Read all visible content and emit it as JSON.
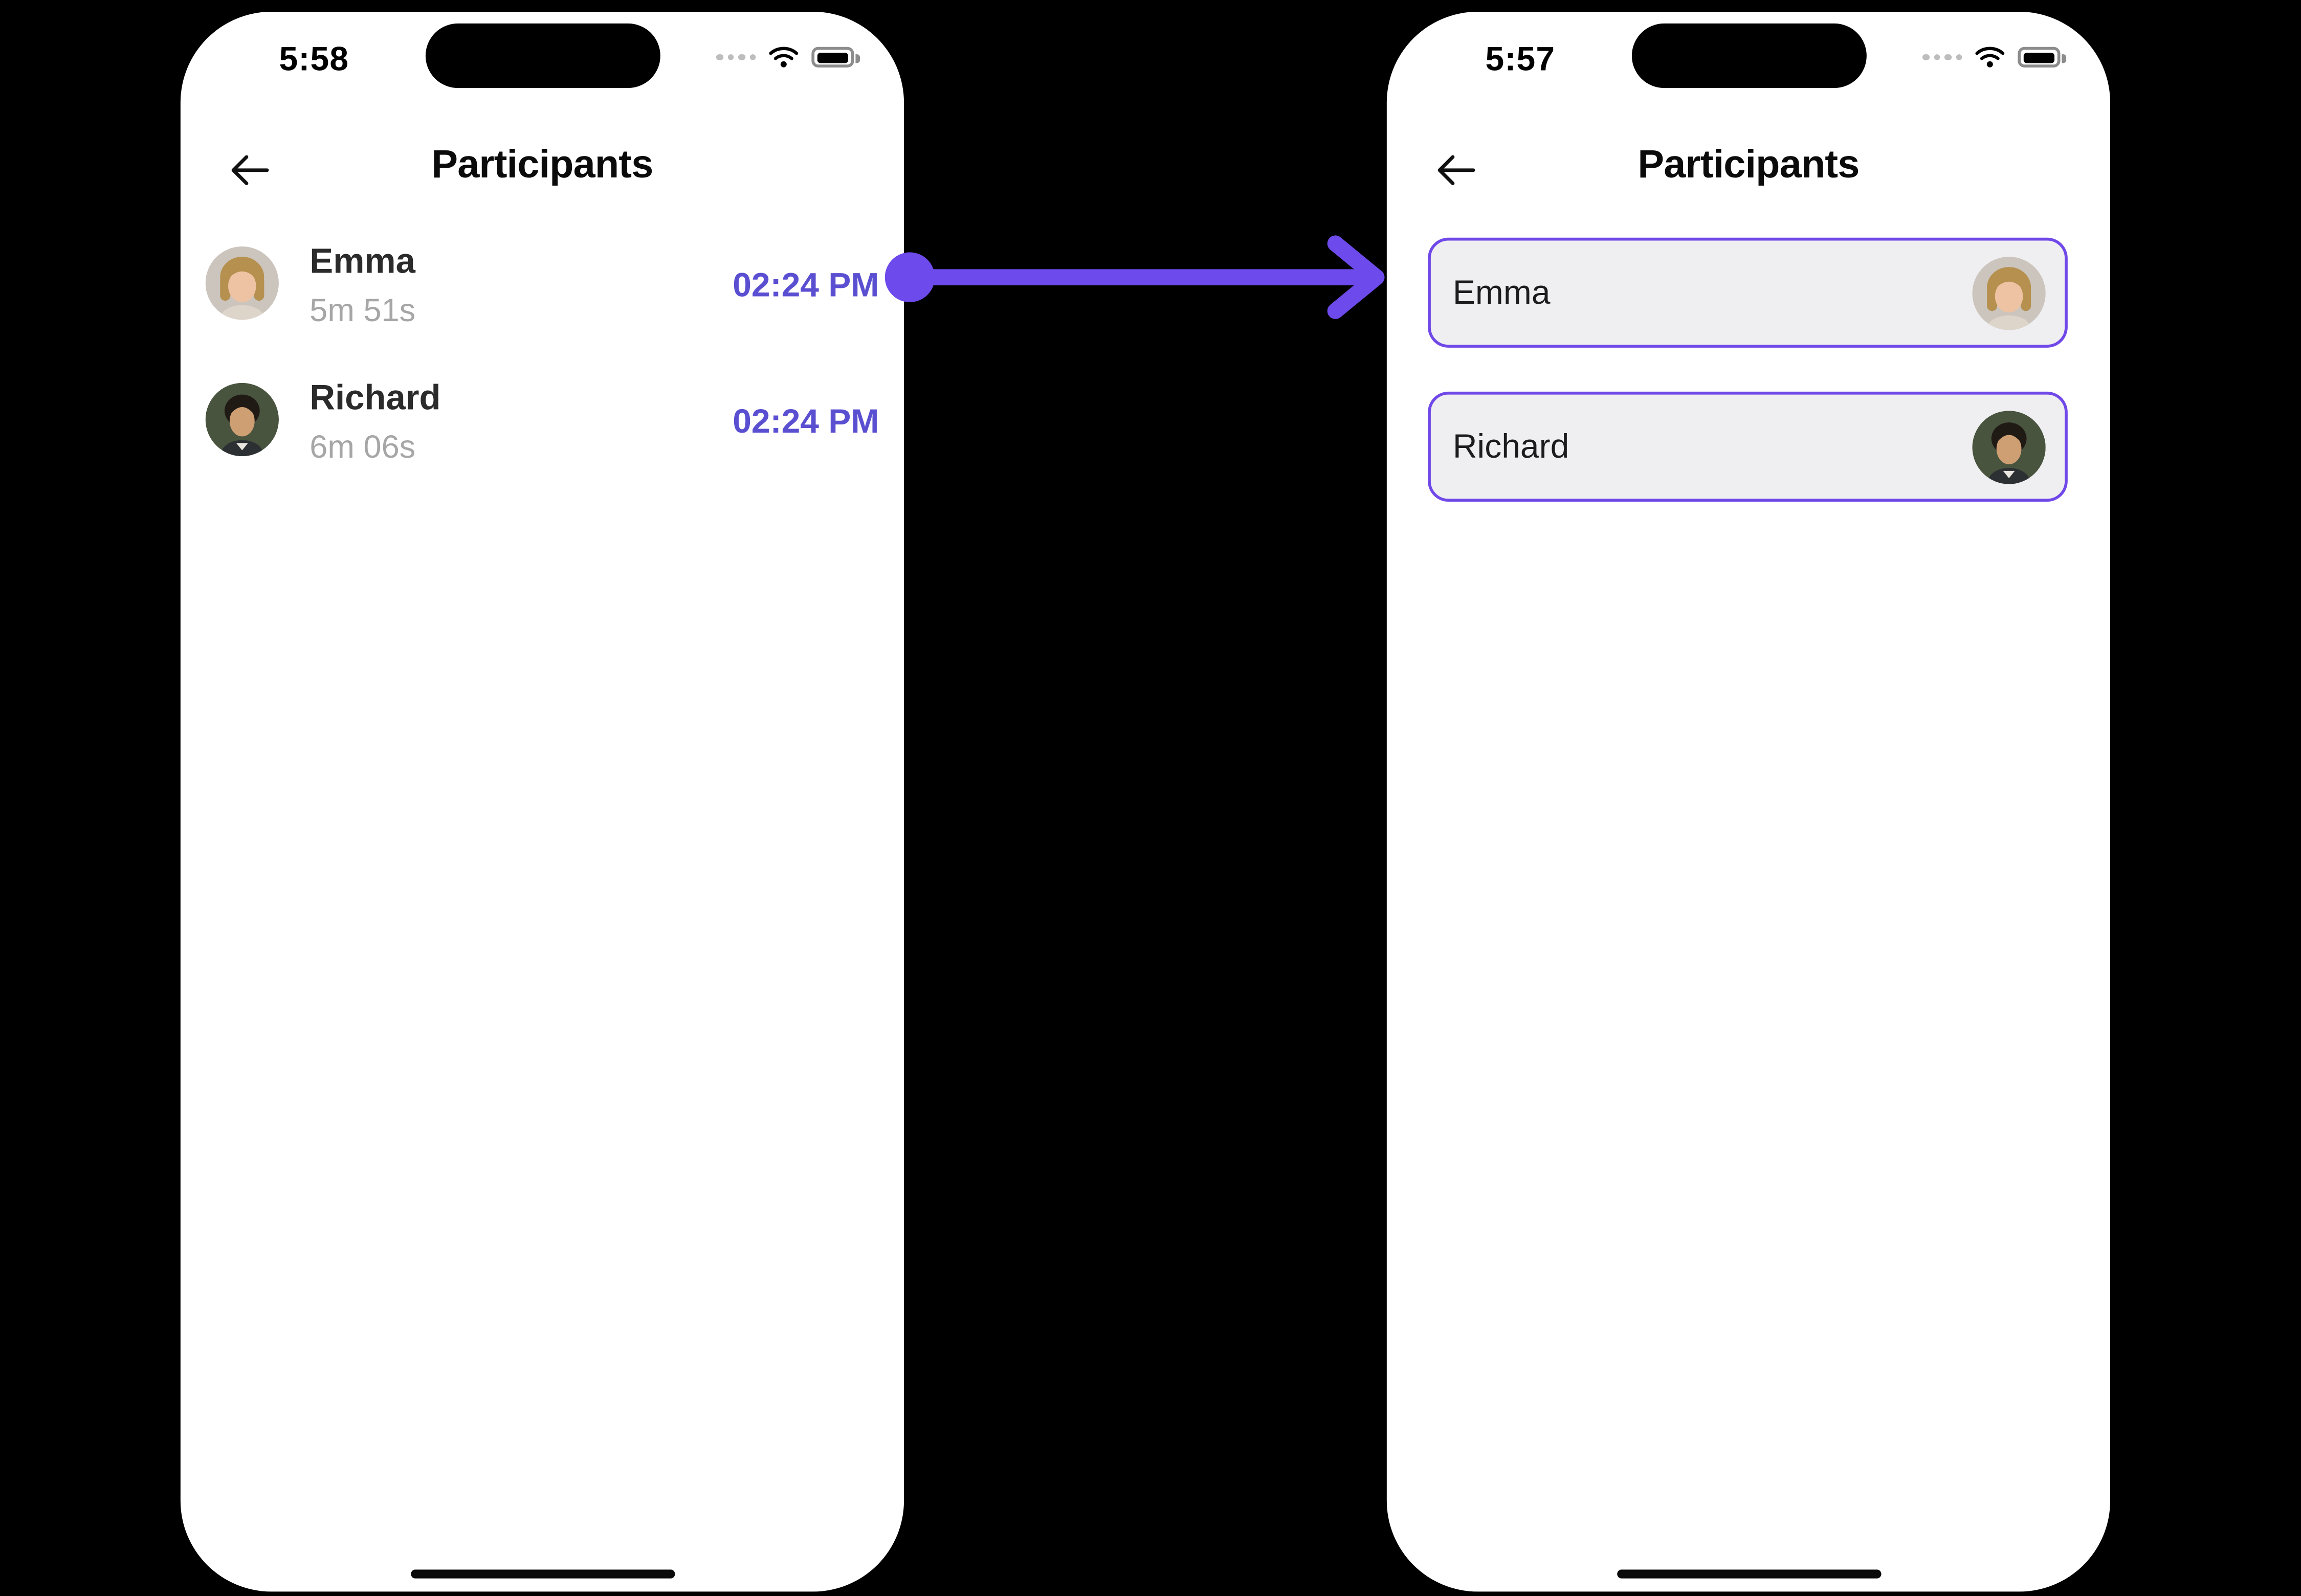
{
  "colors": {
    "accent": "#6d4aeb",
    "time-text": "#5b4fd1",
    "card-border": "#7048e8",
    "card-bg": "#efeff1"
  },
  "icons": {
    "back": "arrow-left-icon",
    "cellular": "signal-dots-icon",
    "wifi": "wifi-icon",
    "battery": "battery-full-icon",
    "flow": "arrow-right-icon",
    "avatars": [
      "emma-avatar",
      "richard-avatar"
    ]
  },
  "left_phone": {
    "status_time": "5:58",
    "title": "Participants",
    "participants": [
      {
        "name": "Emma",
        "duration": "5m 51s",
        "joined_time": "02:24 PM"
      },
      {
        "name": "Richard",
        "duration": "6m 06s",
        "joined_time": "02:24 PM"
      }
    ]
  },
  "right_phone": {
    "status_time": "5:57",
    "title": "Participants",
    "participants": [
      {
        "name": "Emma"
      },
      {
        "name": "Richard"
      }
    ]
  }
}
